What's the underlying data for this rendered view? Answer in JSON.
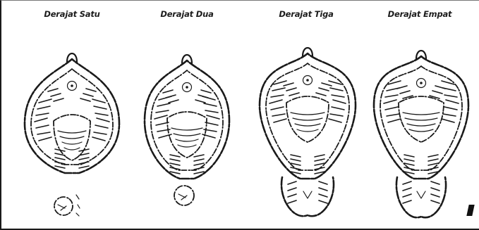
{
  "panels": [
    {
      "label": "Derajat Satu",
      "degree": 1
    },
    {
      "label": "Derajat Dua",
      "degree": 2
    },
    {
      "label": "Derajat Tiga",
      "degree": 3
    },
    {
      "label": "Derajat Empat",
      "degree": 4
    }
  ]
}
